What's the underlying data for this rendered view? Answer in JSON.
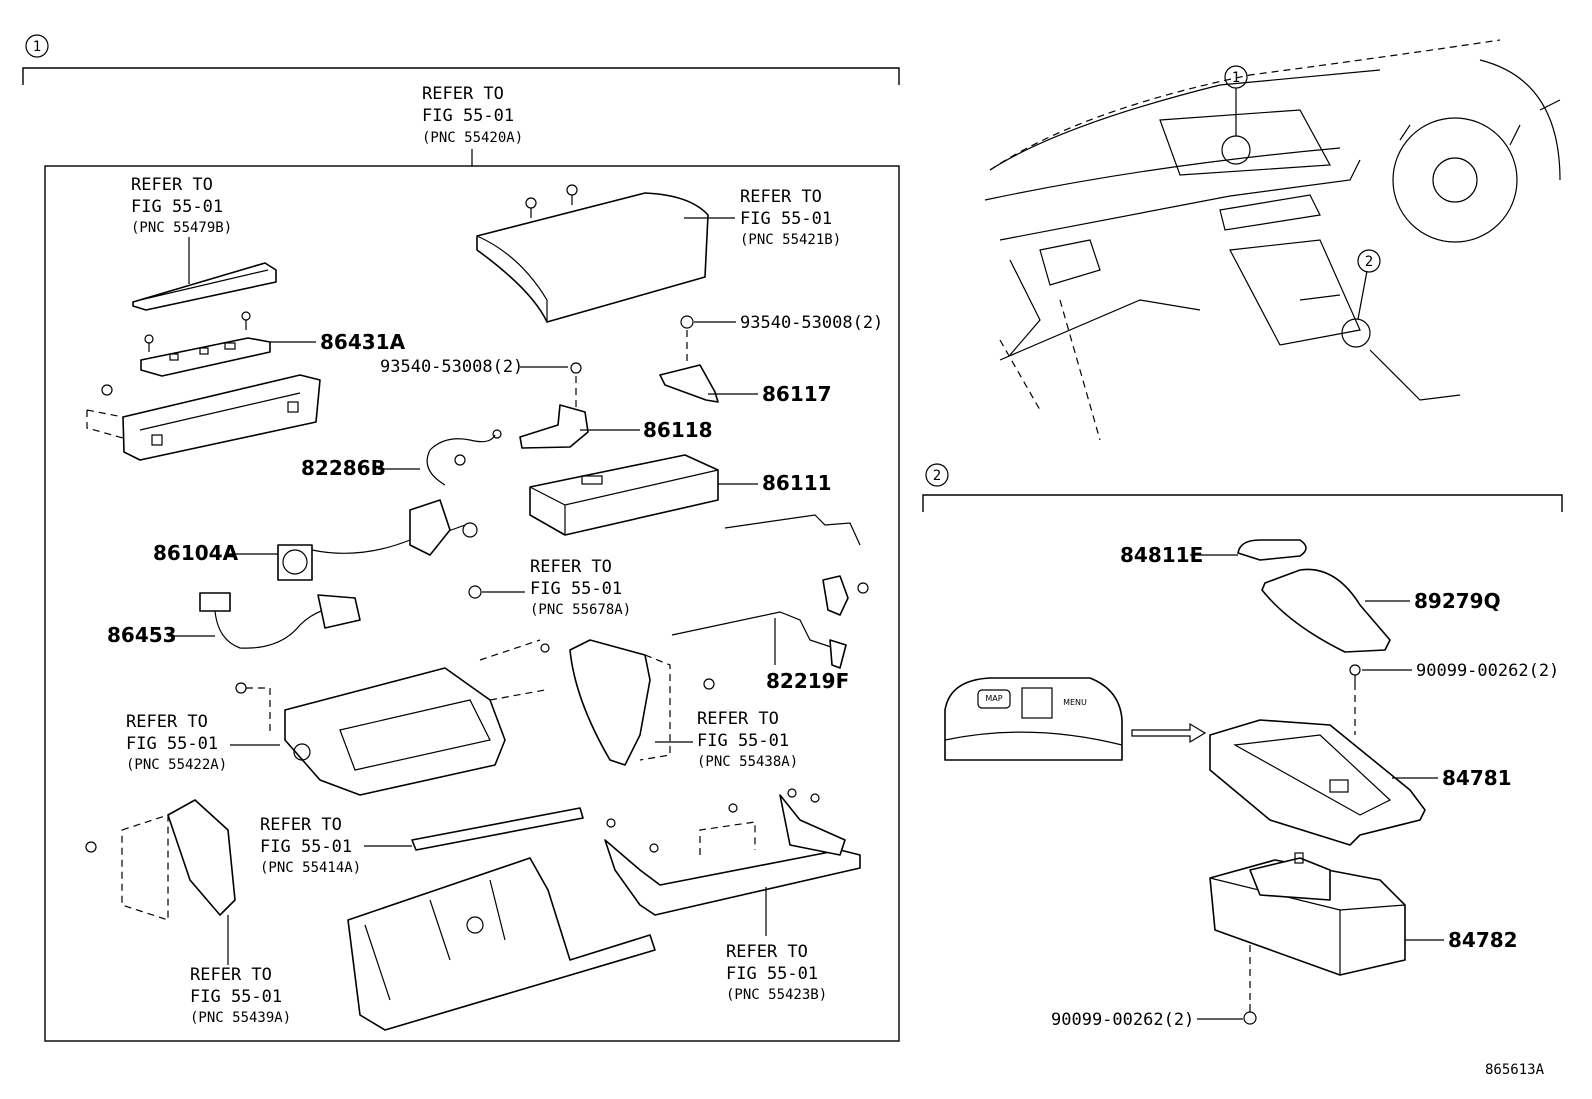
{
  "sections": {
    "one": {
      "marker": "1"
    },
    "two": {
      "marker": "2"
    }
  },
  "labels": {
    "refer_top": {
      "l1": "REFER TO",
      "l2": "FIG 55-01",
      "l3": "(PNC 55420A)"
    },
    "refer_55479b": {
      "l1": "REFER TO",
      "l2": "FIG 55-01",
      "l3": "(PNC 55479B)"
    },
    "refer_55421b": {
      "l1": "REFER TO",
      "l2": "FIG 55-01",
      "l3": "(PNC 55421B)"
    },
    "refer_55678a": {
      "l1": "REFER TO",
      "l2": "FIG 55-01",
      "l3": "(PNC 55678A)"
    },
    "refer_55422a": {
      "l1": "REFER TO",
      "l2": "FIG 55-01",
      "l3": "(PNC 55422A)"
    },
    "refer_55438a": {
      "l1": "REFER TO",
      "l2": "FIG 55-01",
      "l3": "(PNC 55438A)"
    },
    "refer_55414a": {
      "l1": "REFER TO",
      "l2": "FIG 55-01",
      "l3": "(PNC 55414A)"
    },
    "refer_55439a": {
      "l1": "REFER TO",
      "l2": "FIG 55-01",
      "l3": "(PNC 55439A)"
    },
    "refer_55423b": {
      "l1": "REFER TO",
      "l2": "FIG 55-01",
      "l3": "(PNC 55423B)"
    }
  },
  "parts": {
    "p86431a": "86431A",
    "p93540_right": "93540-53008(2)",
    "p93540_left": "93540-53008(2)",
    "p86117": "86117",
    "p86118": "86118",
    "p82286b": "82286B",
    "p86111": "86111",
    "p86104a": "86104A",
    "p86453": "86453",
    "p82219f": "82219F",
    "p84811e": "84811E",
    "p89279q": "89279Q",
    "p90099_top": "90099-00262(2)",
    "p84781": "84781",
    "p84782": "84782",
    "p90099_bottom": "90099-00262(2)"
  },
  "overview": {
    "marker1": "1",
    "marker2": "2"
  },
  "controller": {
    "map_label": "MAP",
    "menu_label": "MENU"
  },
  "figure_id": "865613A"
}
